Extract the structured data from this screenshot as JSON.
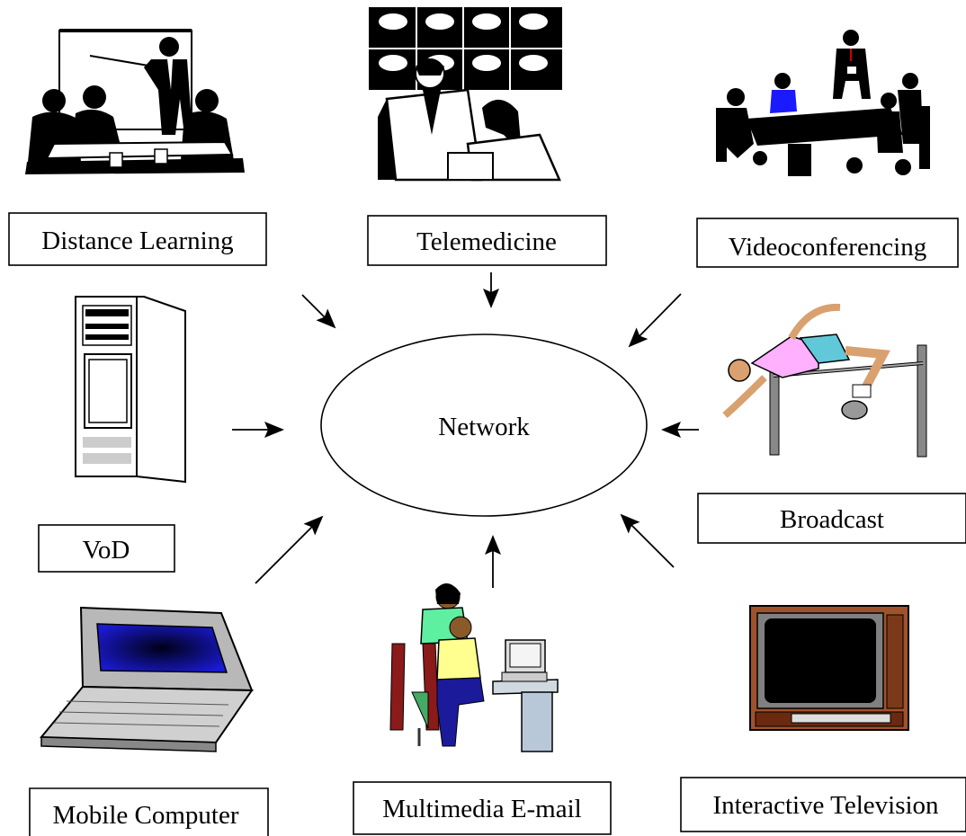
{
  "center": {
    "label": "Network"
  },
  "nodes": [
    {
      "id": "distance-learning",
      "label": "Distance Learning",
      "icon": "classroom-presentation-icon"
    },
    {
      "id": "telemedicine",
      "label": "Telemedicine",
      "icon": "doctors-video-wall-icon"
    },
    {
      "id": "videoconferencing",
      "label": "Videoconferencing",
      "icon": "conference-table-icon"
    },
    {
      "id": "broadcast",
      "label": "Broadcast",
      "icon": "high-jumper-icon"
    },
    {
      "id": "vod",
      "label": "VoD",
      "icon": "server-tower-icon"
    },
    {
      "id": "mobile-computer",
      "label": "Mobile Computer",
      "icon": "laptop-icon"
    },
    {
      "id": "multimedia-email",
      "label": "Multimedia E-mail",
      "icon": "desktop-users-icon"
    },
    {
      "id": "interactive-television",
      "label": "Interactive Television",
      "icon": "television-icon"
    }
  ]
}
